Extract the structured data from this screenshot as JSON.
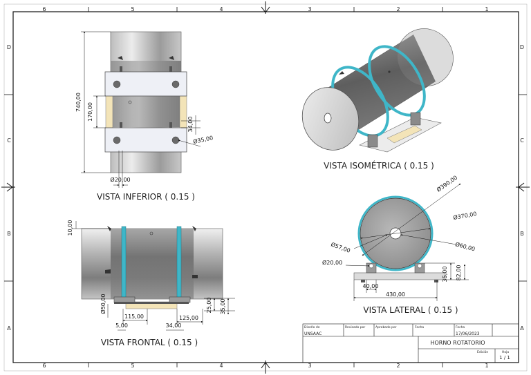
{
  "zones": {
    "columns": [
      "6",
      "5",
      "4",
      "3",
      "2",
      "1"
    ],
    "rows": [
      "D",
      "C",
      "B",
      "A"
    ]
  },
  "views": {
    "inferior": {
      "title": "VISTA INFERIOR ( 0.15 )",
      "dims": [
        "740,00",
        "170,00",
        "34,00",
        "Ø35,00",
        "Ø20,00"
      ]
    },
    "isometrica": {
      "title": "VISTA ISOMÉTRICA ( 0.15 )"
    },
    "frontal": {
      "title": "VISTA FRONTAL ( 0.15 )",
      "dims": [
        "10,00",
        "Ø50,00",
        "115,00",
        "125,00",
        "5,00",
        "34,00",
        "25,00",
        "35,00"
      ]
    },
    "lateral": {
      "title": "VISTA LATERAL ( 0.15 )",
      "dims": [
        "Ø390,00",
        "Ø370,00",
        "Ø57,00",
        "Ø60,00",
        "Ø20,00",
        "35,00",
        "82,00",
        "40,00",
        "430,00"
      ]
    }
  },
  "title_block": {
    "disenado_label": "Diseño de",
    "disenado_value": "UNSAAC",
    "revisado_label": "Revisado por",
    "aprobado_label": "Aprobado por",
    "fecha_label": "Fecha",
    "fecha_label2": "Fecha",
    "fecha_value": "17/06/2023",
    "title": "HORNO ROTATORIO",
    "edicion_label": "Edición",
    "hoja_label": "Hoja",
    "hoja_value": "1 / 1"
  },
  "colors": {
    "band": "#3fb6c8",
    "body_dark": "#6e6e6e",
    "body_light": "#d6d6d6",
    "wood": "#f3e4b8"
  }
}
